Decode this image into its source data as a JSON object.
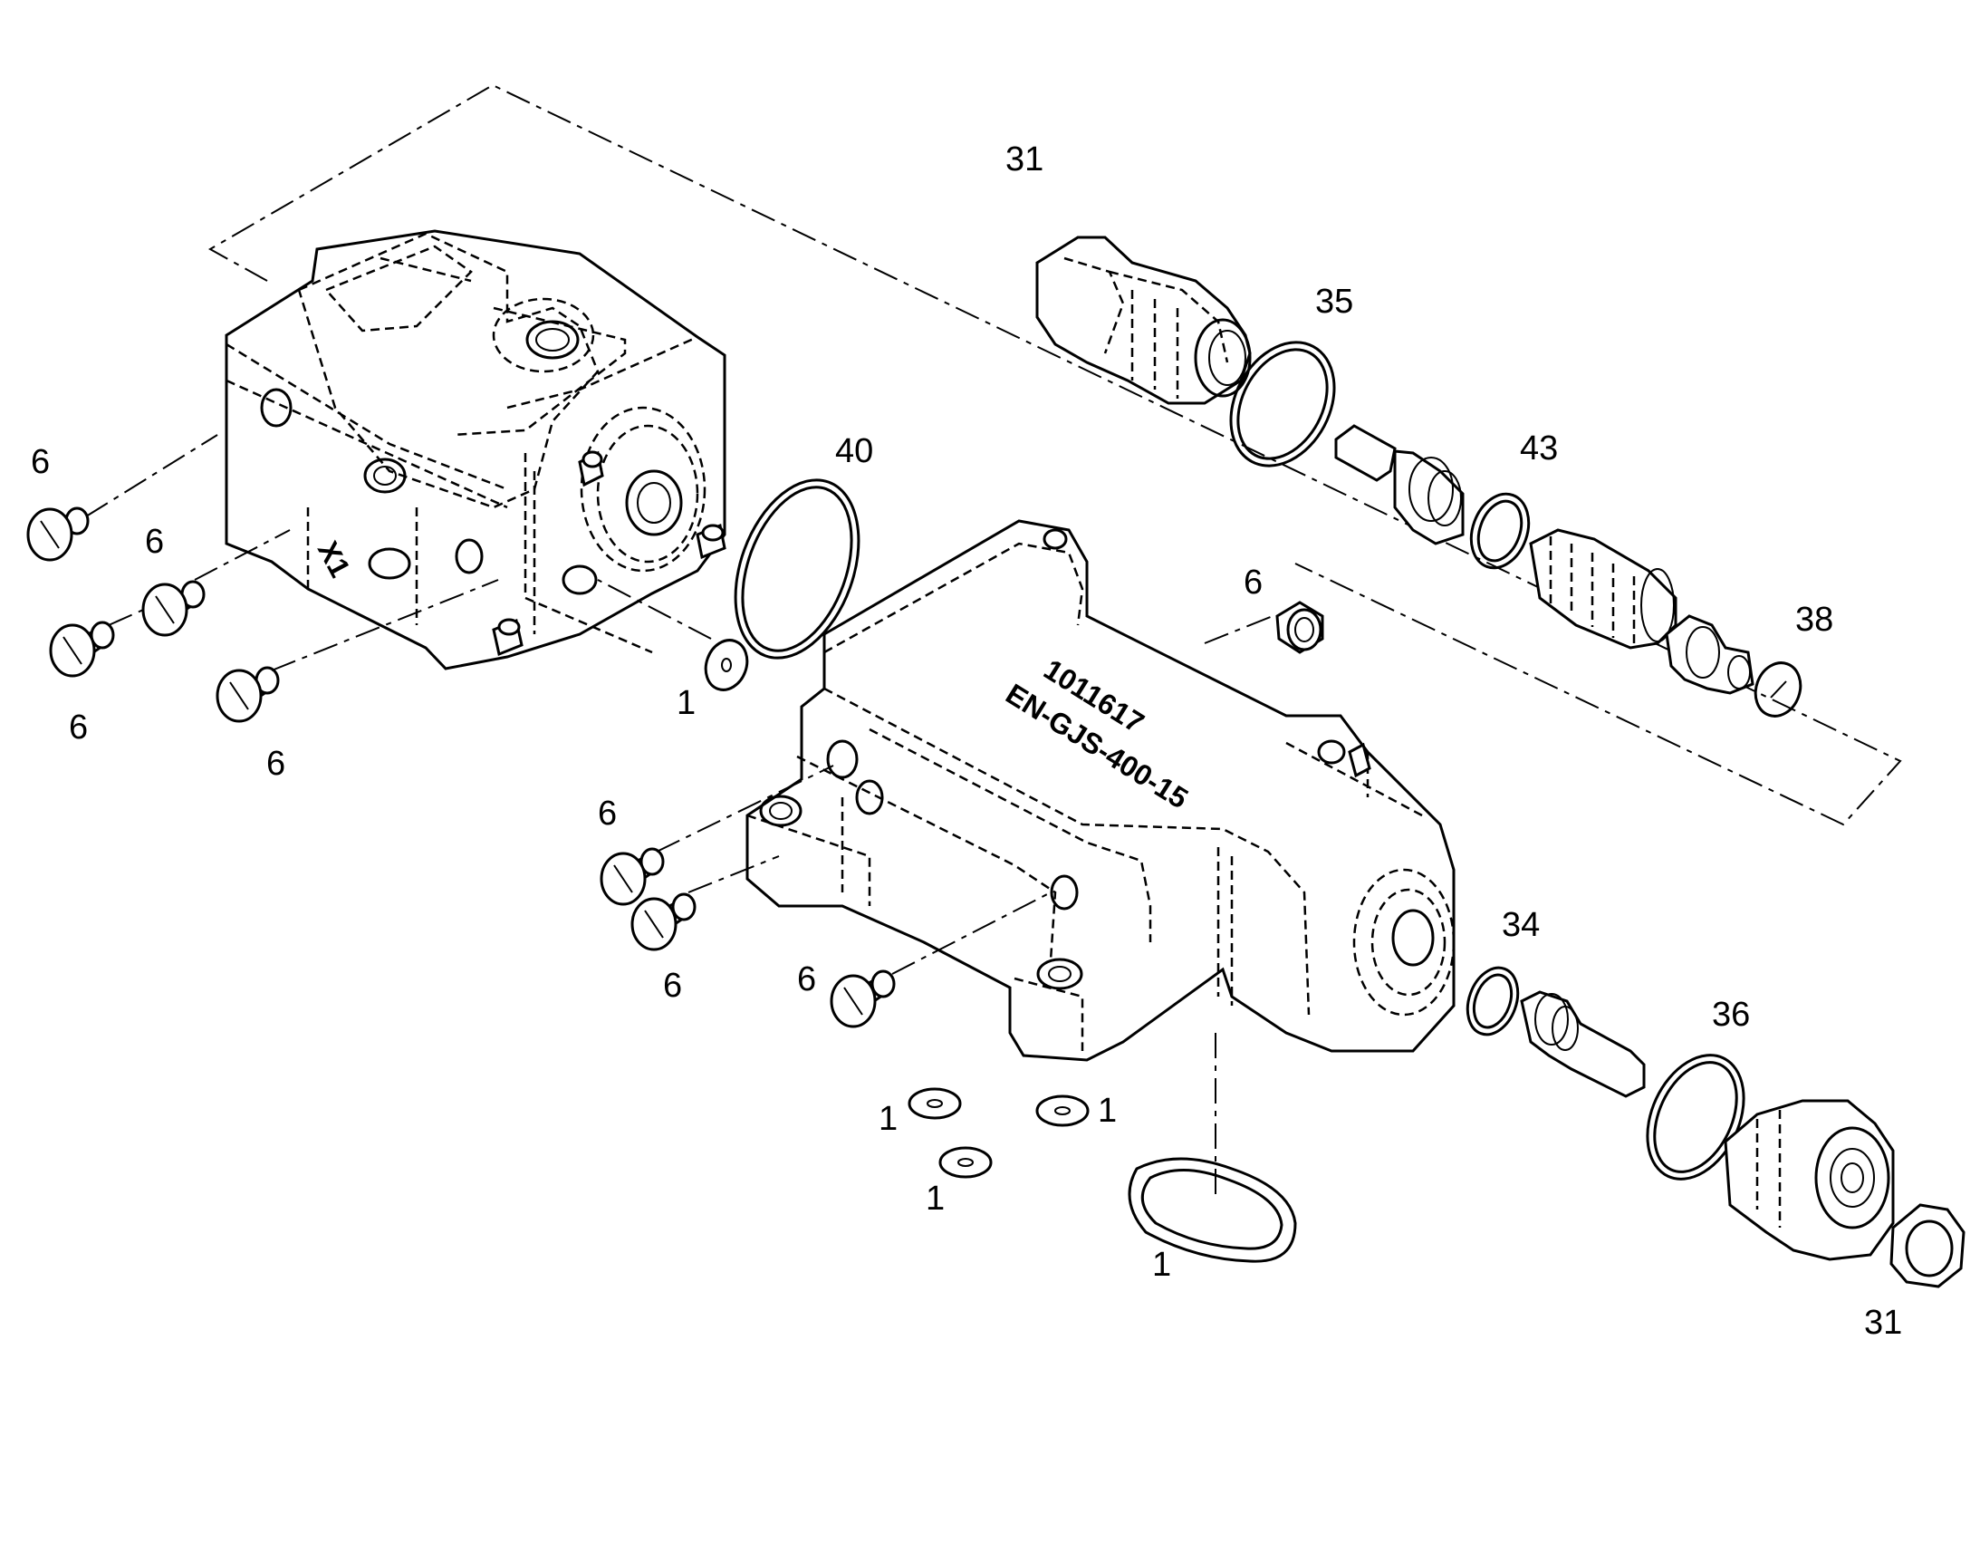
{
  "labels": {
    "p31_top": "31",
    "p35": "35",
    "p40": "40",
    "p43": "43",
    "p38": "38",
    "p6_a": "6",
    "p6_b": "6",
    "p6_c": "6",
    "p6_d": "6",
    "p6_e": "6",
    "p6_f": "6",
    "p6_g": "6",
    "p6_h": "6",
    "p1_a": "1",
    "p1_b": "1",
    "p1_c": "1",
    "p1_d": "1",
    "p1_e": "1",
    "p34": "34",
    "p36": "36",
    "p31_bottom": "31"
  },
  "stamps": {
    "housing_side": "X1",
    "block_line1": "1011617",
    "block_line2": "EN-GJS-400-15"
  }
}
